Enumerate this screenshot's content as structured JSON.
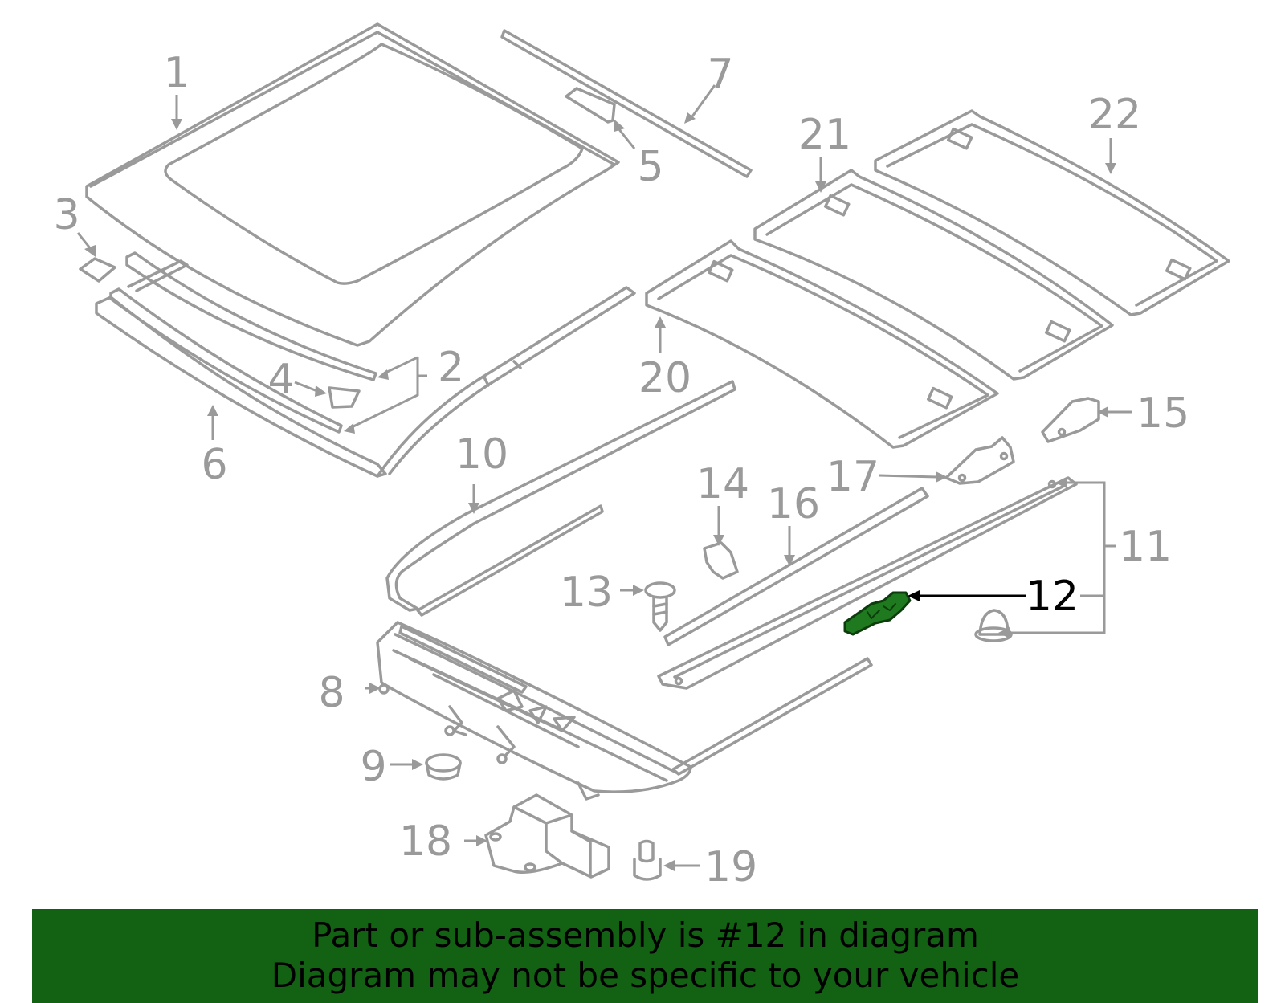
{
  "callouts": [
    {
      "id": "1",
      "label": "1"
    },
    {
      "id": "2",
      "label": "2"
    },
    {
      "id": "3",
      "label": "3"
    },
    {
      "id": "4",
      "label": "4"
    },
    {
      "id": "5",
      "label": "5"
    },
    {
      "id": "6",
      "label": "6"
    },
    {
      "id": "7",
      "label": "7"
    },
    {
      "id": "8",
      "label": "8"
    },
    {
      "id": "9",
      "label": "9"
    },
    {
      "id": "10",
      "label": "10"
    },
    {
      "id": "11",
      "label": "11"
    },
    {
      "id": "12",
      "label": "12"
    },
    {
      "id": "13",
      "label": "13"
    },
    {
      "id": "14",
      "label": "14"
    },
    {
      "id": "15",
      "label": "15"
    },
    {
      "id": "16",
      "label": "16"
    },
    {
      "id": "17",
      "label": "17"
    },
    {
      "id": "18",
      "label": "18"
    },
    {
      "id": "19",
      "label": "19"
    },
    {
      "id": "20",
      "label": "20"
    },
    {
      "id": "21",
      "label": "21"
    },
    {
      "id": "22",
      "label": "22"
    }
  ],
  "highlighted_part": "12",
  "colors": {
    "line": "#9a9a9a",
    "highlight_part": "#1f7a1f",
    "highlight_label": "#000000",
    "banner_bg": "#136113"
  },
  "banner": {
    "line1": "Part or sub-assembly is #12 in diagram",
    "line2": "Diagram may not be specific to your vehicle"
  }
}
